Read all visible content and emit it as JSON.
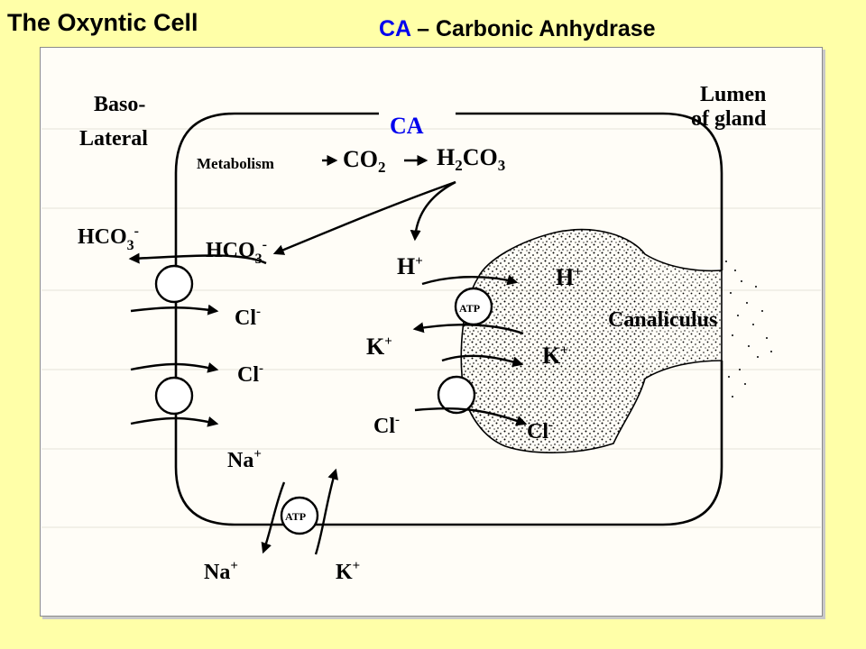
{
  "header": {
    "title": "The Oxyntic Cell",
    "subtitle_abbrev": "CA",
    "subtitle_rest": " – Carbonic Anhydrase"
  },
  "diagram": {
    "baso_line1": "Baso-",
    "baso_line2": "Lateral",
    "lumen_line1": "Lumen",
    "lumen_line2": "of gland",
    "ca_label": "CA",
    "metabolism": "Metabolism",
    "co2": {
      "base": "CO",
      "sub": "2"
    },
    "h2co3": {
      "a": "H",
      "sub1": "2",
      "b": "CO",
      "sub2": "3"
    },
    "hco3_out": {
      "base": "HCO",
      "sub": "3",
      "sup": "-"
    },
    "hco3_in": {
      "base": "HCO",
      "sub": "3",
      "sup": "-"
    },
    "h_cell": {
      "base": "H",
      "sup": "+"
    },
    "h_lumen": {
      "base": "H",
      "sup": "+"
    },
    "k_cell": {
      "base": "K",
      "sup": "+"
    },
    "k_lumen": {
      "base": "K",
      "sup": "+"
    },
    "cl_baso_1": {
      "base": "Cl",
      "sup": "-"
    },
    "cl_baso_2": {
      "base": "Cl",
      "sup": "-"
    },
    "cl_cell": {
      "base": "Cl",
      "sup": "-"
    },
    "cl_lumen": {
      "base": "Cl",
      "sup": "-"
    },
    "na_in": {
      "base": "Na",
      "sup": "+"
    },
    "na_out": {
      "base": "Na",
      "sup": "+"
    },
    "k_out": {
      "base": "K",
      "sup": "+"
    },
    "atp_pump_apical": "ATP",
    "atp_pump_baso": "ATP",
    "canaliculus": "Canaliculus"
  },
  "colors": {
    "background": "#ffffa8",
    "accent": "#0000ee",
    "ink": "#000000"
  }
}
